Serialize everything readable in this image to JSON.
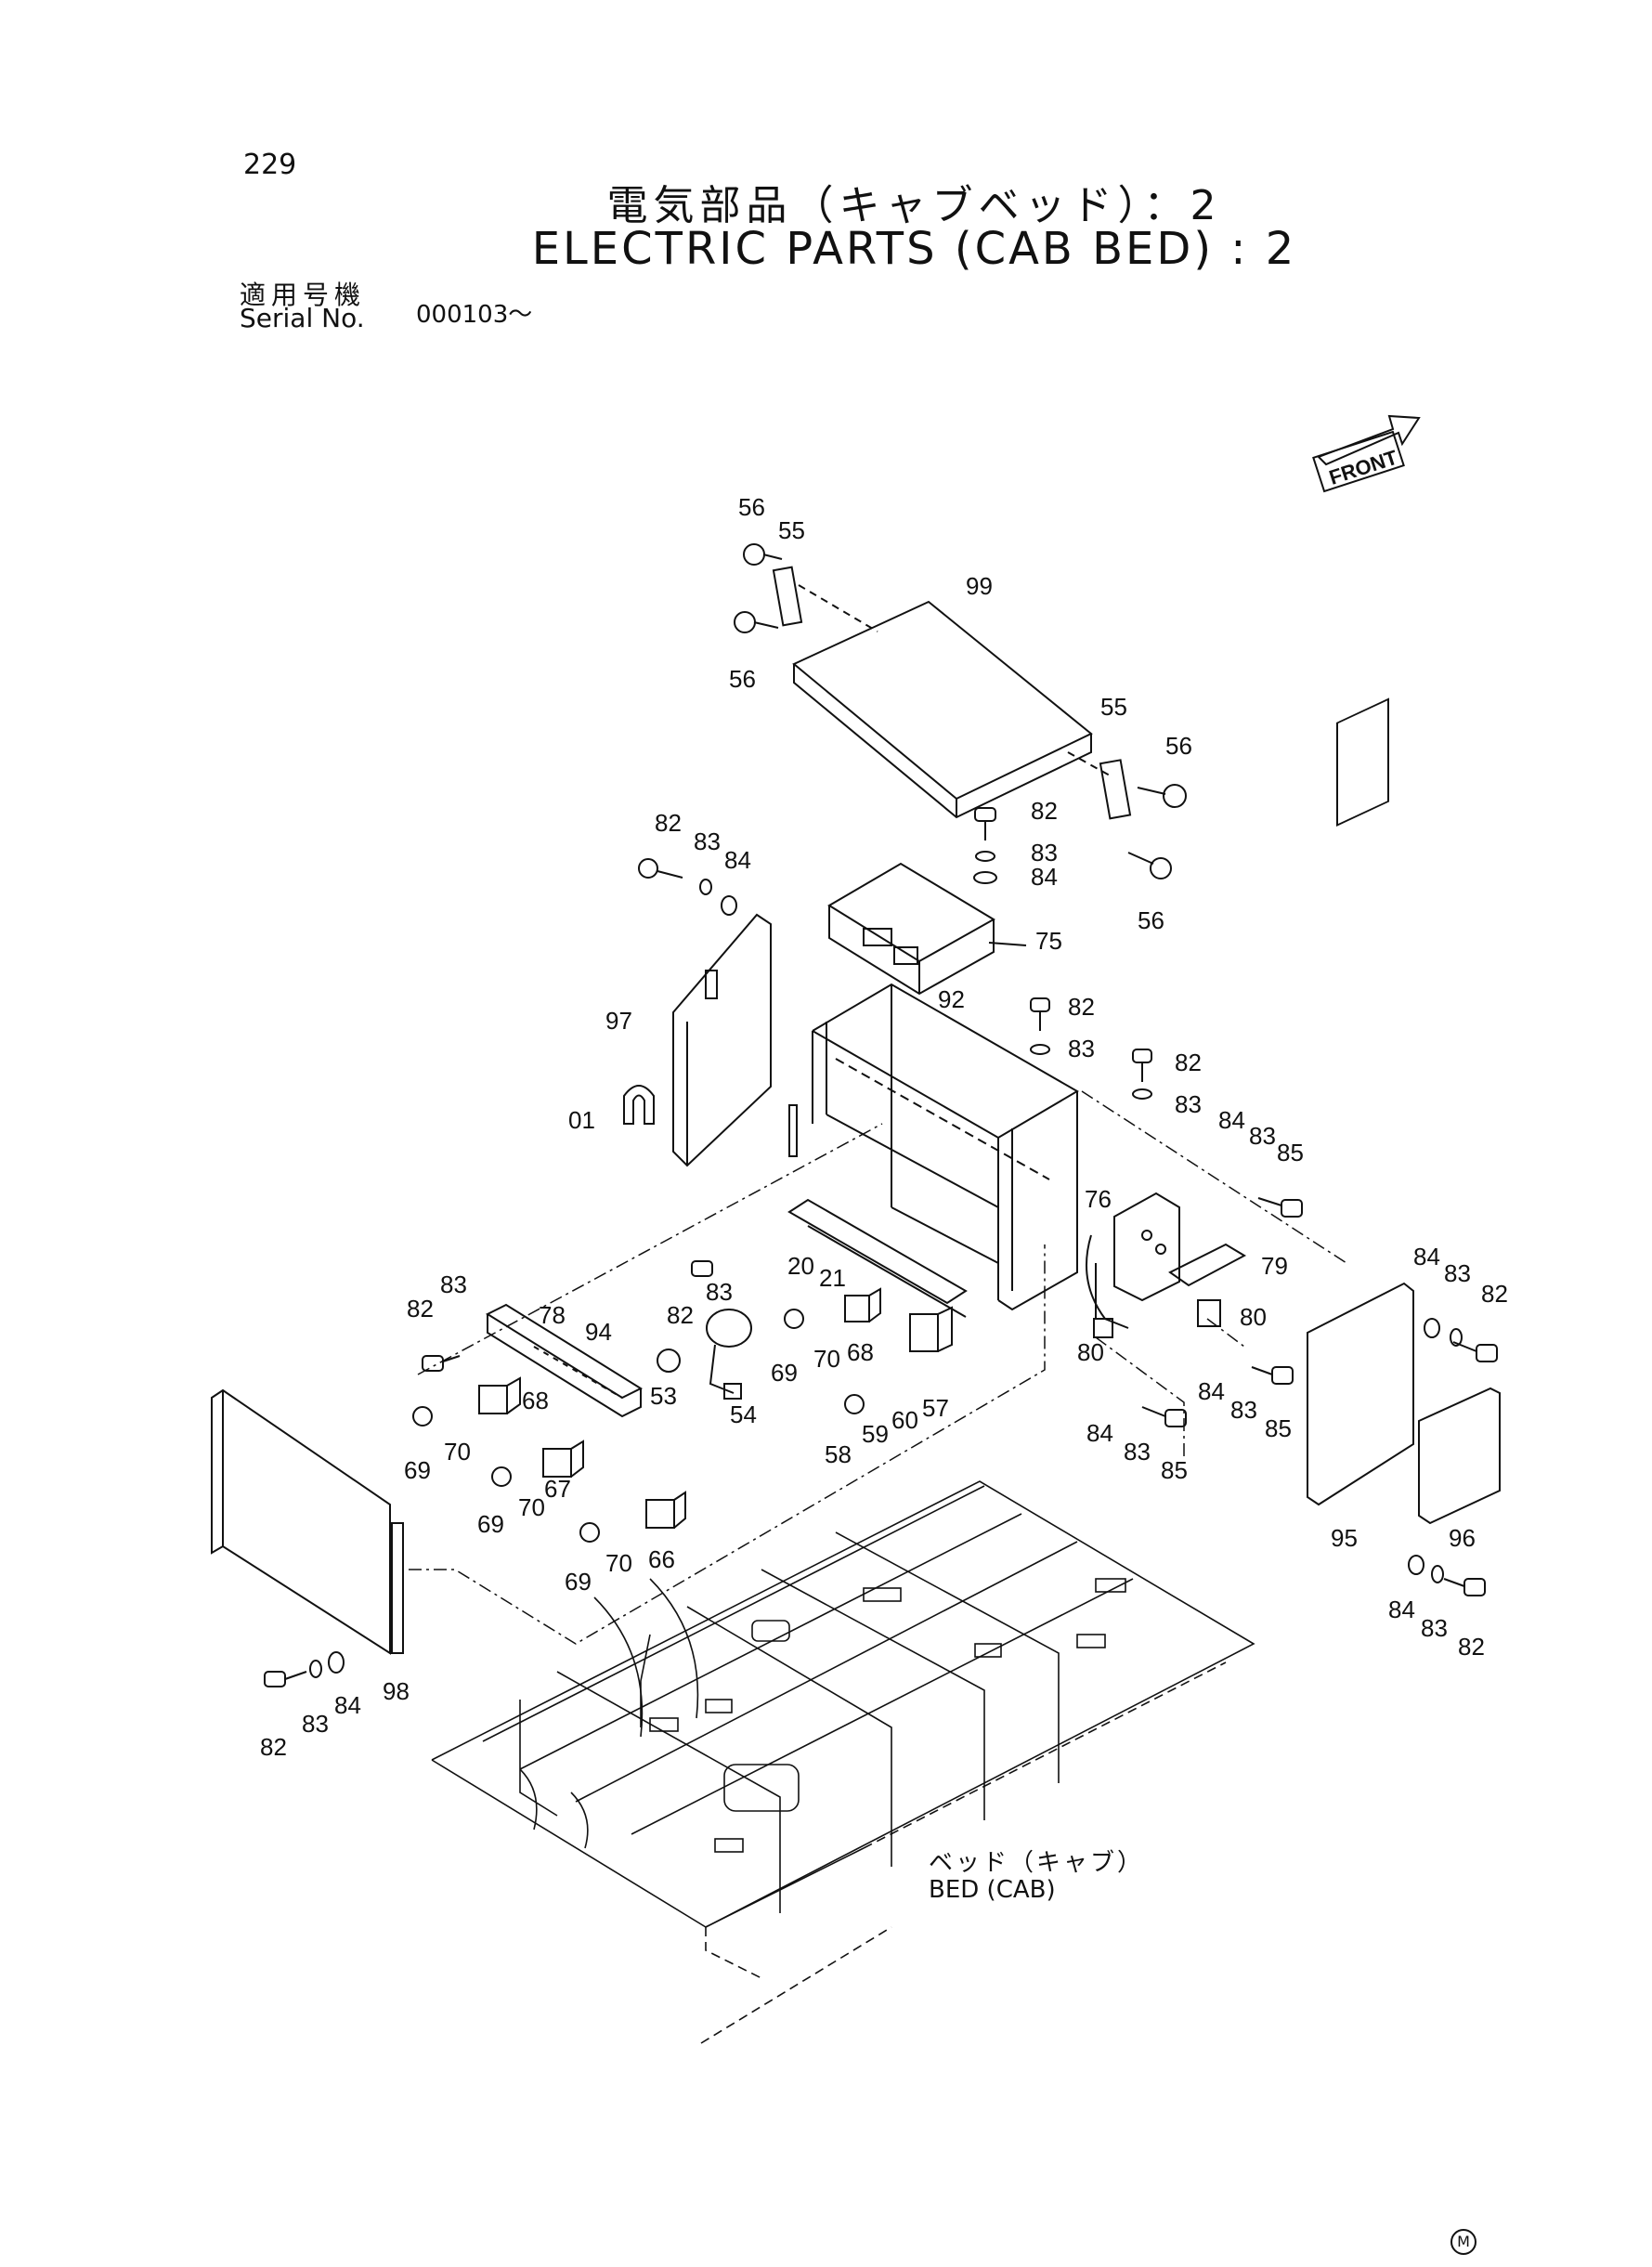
{
  "page_number": "229",
  "title_jp": "電気部品（キャブベッド）：2",
  "title_en": "ELECTRIC PARTS (CAB BED) : 2",
  "serial_label_jp": "適用号機",
  "serial_label_en": "Serial No.",
  "serial_value": "000103～",
  "front_label": "FRONT",
  "bed_label_jp": "ベッド（キャブ）",
  "bed_label_en": "BED (CAB)",
  "corner_mark": "M",
  "callouts": {
    "c56a": "56",
    "c55a": "55",
    "c56b": "56",
    "c99": "99",
    "c55b": "55",
    "c56c": "56",
    "c56d": "56",
    "c82a": "82",
    "c83a": "83",
    "c84a": "84",
    "c82b": "82",
    "c83b": "83",
    "c84b": "84",
    "c75": "75",
    "c97": "97",
    "c01": "01",
    "c92": "92",
    "c82c": "82",
    "c83c": "83",
    "c82d": "82",
    "c83d": "83",
    "c84c": "84",
    "c83e": "83",
    "c85a": "85",
    "c76": "76",
    "c79": "79",
    "c80a": "80",
    "c80b": "80",
    "c84d": "84",
    "c83f": "83",
    "c82e": "82",
    "c82f": "82",
    "c83g": "83",
    "c78": "78",
    "c94": "94",
    "c20": "20",
    "c21": "21",
    "c82g": "82",
    "c83h": "83",
    "c68a": "68",
    "c69a": "69",
    "c70a": "70",
    "c68b": "68",
    "c53": "53",
    "c54": "54",
    "c57": "57",
    "c58": "58",
    "c59": "59",
    "c60": "60",
    "c69b": "69",
    "c70b": "70",
    "c67": "67",
    "c69c": "69",
    "c70c": "70",
    "c66": "66",
    "c84e": "84",
    "c83i": "83",
    "c85b": "85",
    "c84f": "84",
    "c83j": "83",
    "c85c": "85",
    "c95": "95",
    "c96": "96",
    "c84g": "84",
    "c83k": "83",
    "c82h": "82",
    "c82i": "82",
    "c83l": "83",
    "c84h": "84",
    "c98": "98"
  }
}
